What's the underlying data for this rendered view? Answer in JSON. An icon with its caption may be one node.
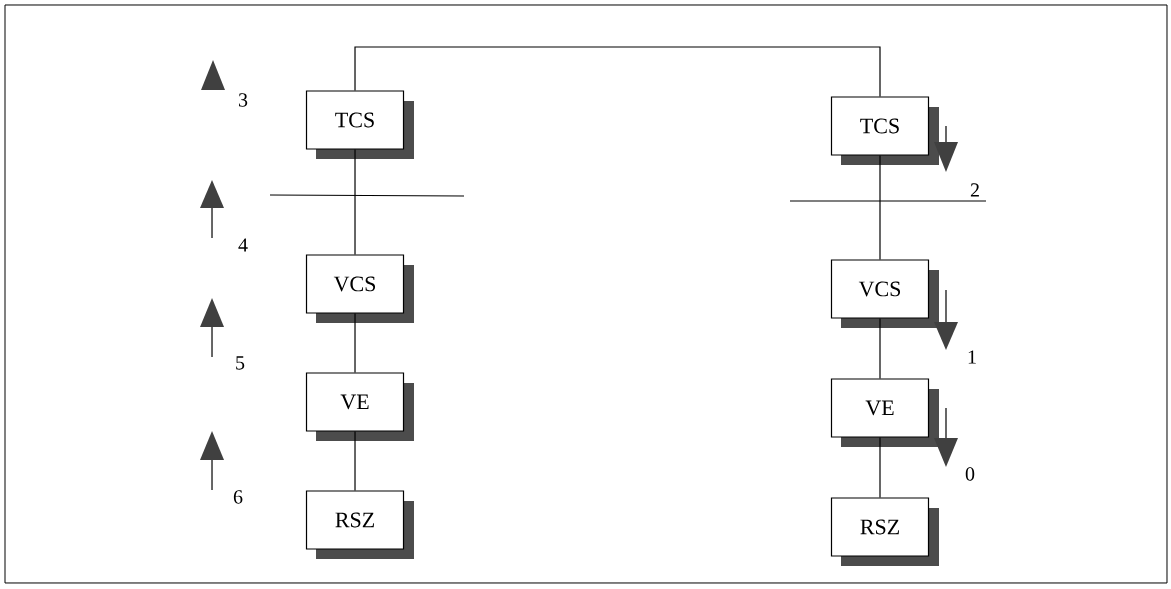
{
  "diagram": {
    "nodes": [
      {
        "text": [
          "TCS"
        ]
      },
      {
        "text": [
          "VCS"
        ]
      },
      {
        "text": [
          "VE"
        ]
      },
      {
        "text": [
          "RSZ"
        ]
      },
      {
        "text": [
          "TCS"
        ]
      },
      {
        "text": [
          "VCS"
        ]
      },
      {
        "text": [
          "VE"
        ]
      },
      {
        "text": [
          "RSZ"
        ]
      }
    ],
    "edges": [
      {
        "from": 0,
        "to": 4,
        "arrow": "none"
      },
      {
        "from": 0,
        "to": 1,
        "arrow": "none"
      },
      {
        "from": 1,
        "to": 2,
        "arrow": "none"
      },
      {
        "from": 2,
        "to": 3,
        "arrow": "none"
      },
      {
        "from": 4,
        "to": 5,
        "arrow": "none"
      },
      {
        "from": 5,
        "to": 6,
        "arrow": "none"
      },
      {
        "from": 6,
        "to": 7,
        "arrow": "none"
      }
    ],
    "labels": [
      "3",
      "2",
      "4",
      "1",
      "5",
      "0",
      "6"
    ]
  }
}
